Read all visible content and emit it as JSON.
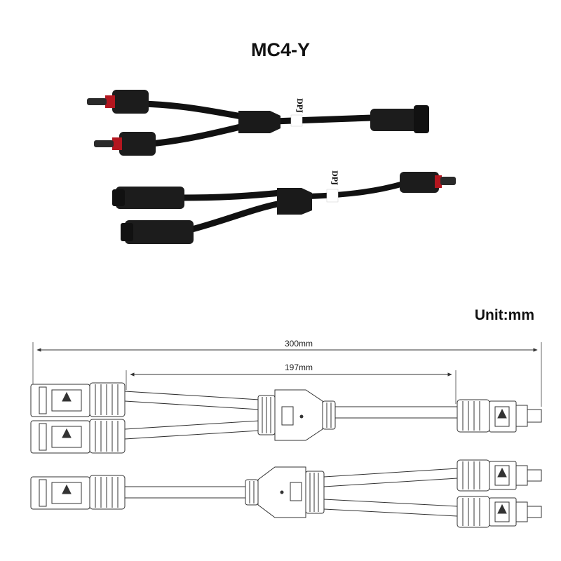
{
  "title": "MC4-Y",
  "unit_label": "Unit:mm",
  "brand_mark": "DPJ",
  "dimensions": {
    "overall": "300mm",
    "branch": "197mm"
  }
}
